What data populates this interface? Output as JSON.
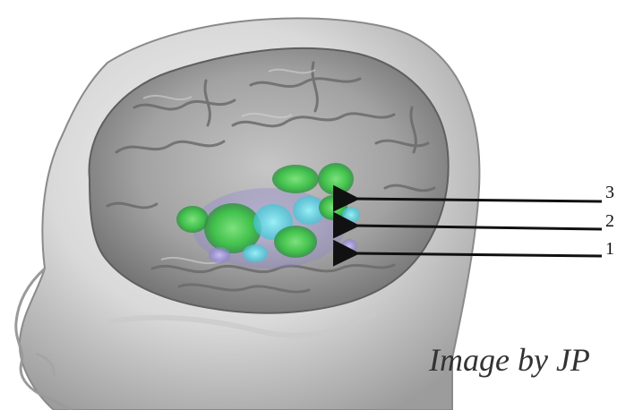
{
  "figure": {
    "region_labels": [
      "3",
      "2",
      "1"
    ],
    "credit": "Image by JP",
    "colors": {
      "background": "#ffffff",
      "head_surface": "#dcdcdc",
      "brain_surface": "#a8a8a8",
      "activation_green": "#3fbf4a",
      "activation_cyan": "#3ec6d6",
      "activation_purple": "#8a7fd0",
      "pointer": "#111111"
    },
    "icons": [
      "head-render",
      "brain-render",
      "activation-blobs",
      "arrow-pointers"
    ]
  }
}
